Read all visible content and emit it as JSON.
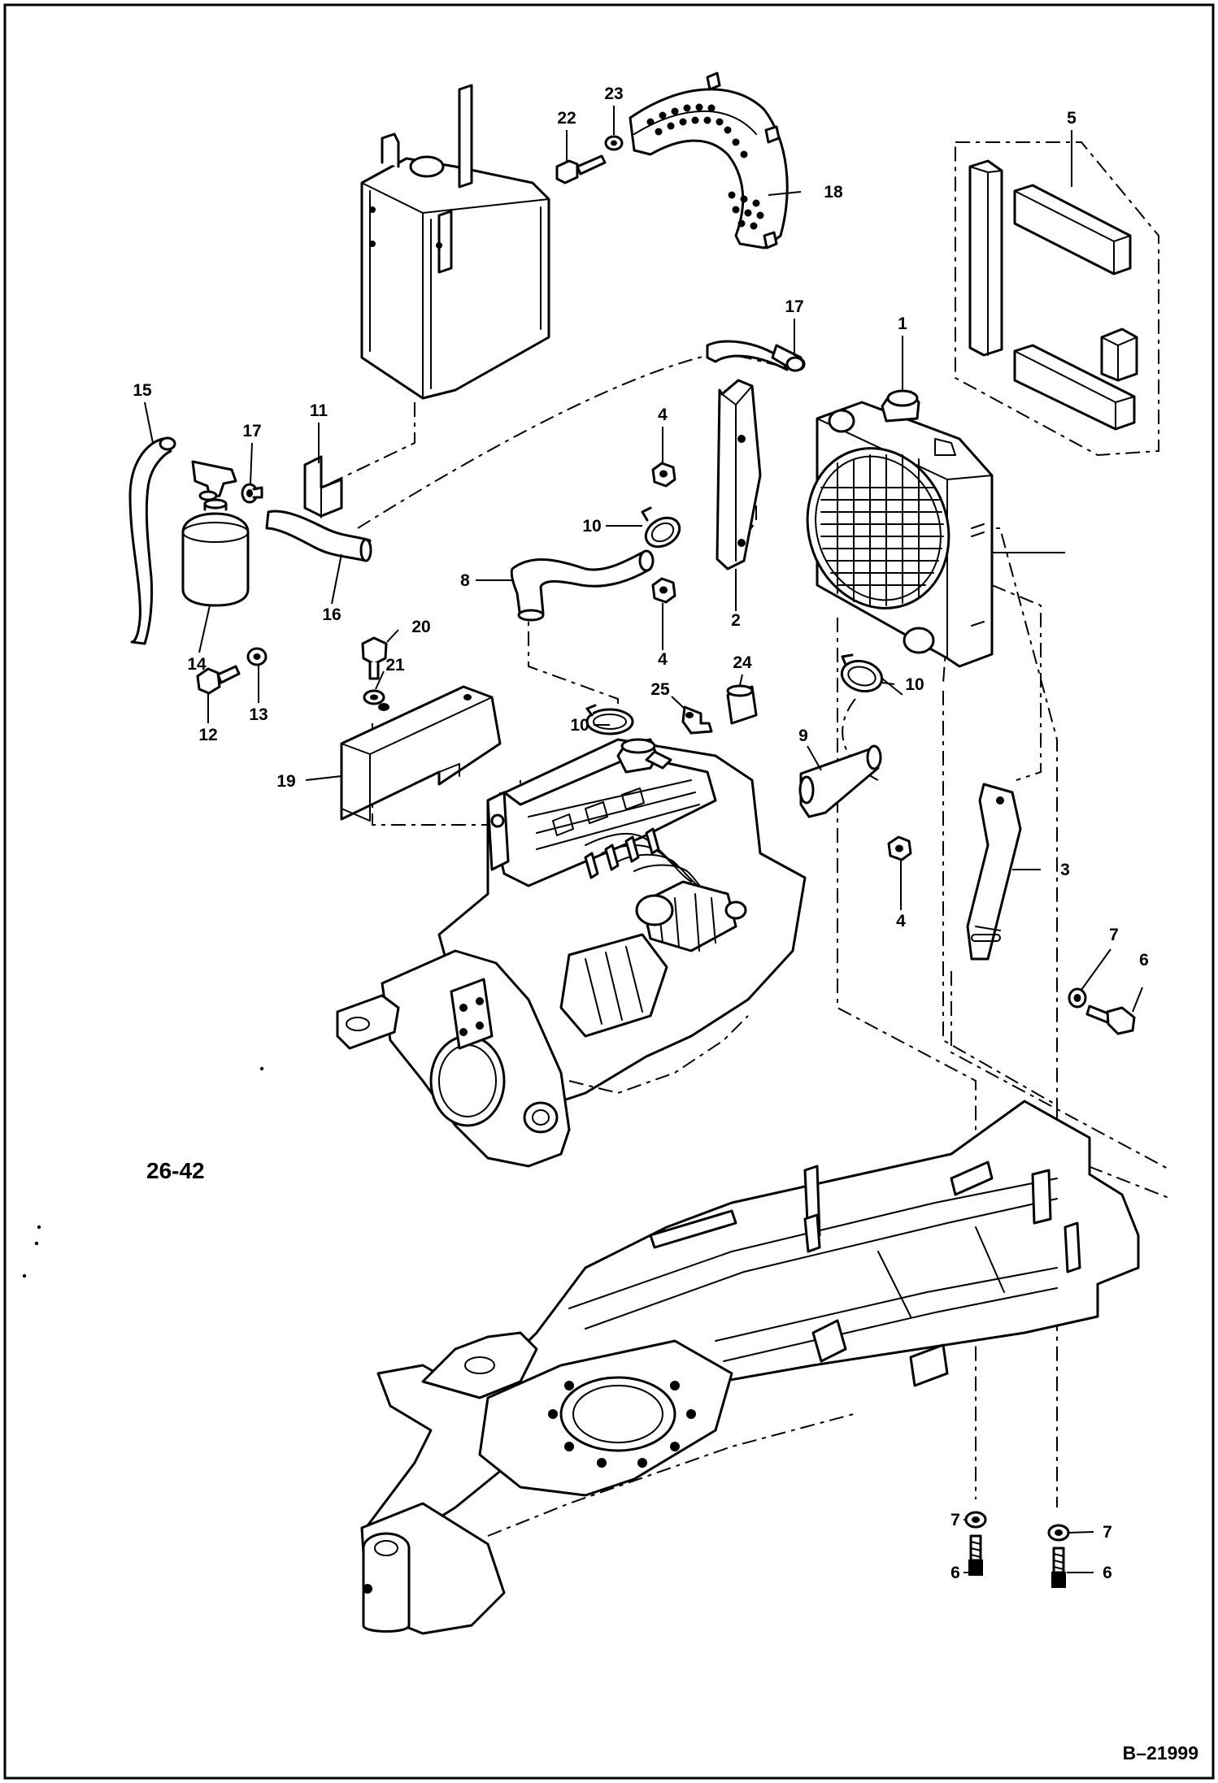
{
  "diagram": {
    "section_ref": "26-42",
    "drawing_number": "B–21999",
    "callouts": [
      {
        "id": "c1",
        "label": "1"
      },
      {
        "id": "c2",
        "label": "2"
      },
      {
        "id": "c3",
        "label": "3"
      },
      {
        "id": "c4a",
        "label": "4"
      },
      {
        "id": "c4b",
        "label": "4"
      },
      {
        "id": "c4c",
        "label": "4"
      },
      {
        "id": "c5",
        "label": "5"
      },
      {
        "id": "c6a",
        "label": "6"
      },
      {
        "id": "c6b",
        "label": "6"
      },
      {
        "id": "c6c",
        "label": "6"
      },
      {
        "id": "c7a",
        "label": "7"
      },
      {
        "id": "c7b",
        "label": "7"
      },
      {
        "id": "c7c",
        "label": "7"
      },
      {
        "id": "c8",
        "label": "8"
      },
      {
        "id": "c9",
        "label": "9"
      },
      {
        "id": "c10a",
        "label": "10"
      },
      {
        "id": "c10b",
        "label": "10"
      },
      {
        "id": "c10c",
        "label": "10"
      },
      {
        "id": "c11",
        "label": "11"
      },
      {
        "id": "c12",
        "label": "12"
      },
      {
        "id": "c13",
        "label": "13"
      },
      {
        "id": "c14",
        "label": "14"
      },
      {
        "id": "c15",
        "label": "15"
      },
      {
        "id": "c16",
        "label": "16"
      },
      {
        "id": "c17a",
        "label": "17"
      },
      {
        "id": "c17b",
        "label": "17"
      },
      {
        "id": "c18",
        "label": "18"
      },
      {
        "id": "c19",
        "label": "19"
      },
      {
        "id": "c20",
        "label": "20"
      },
      {
        "id": "c21",
        "label": "21"
      },
      {
        "id": "c22",
        "label": "22"
      },
      {
        "id": "c23",
        "label": "23"
      },
      {
        "id": "c24",
        "label": "24"
      },
      {
        "id": "c25",
        "label": "25"
      }
    ]
  }
}
